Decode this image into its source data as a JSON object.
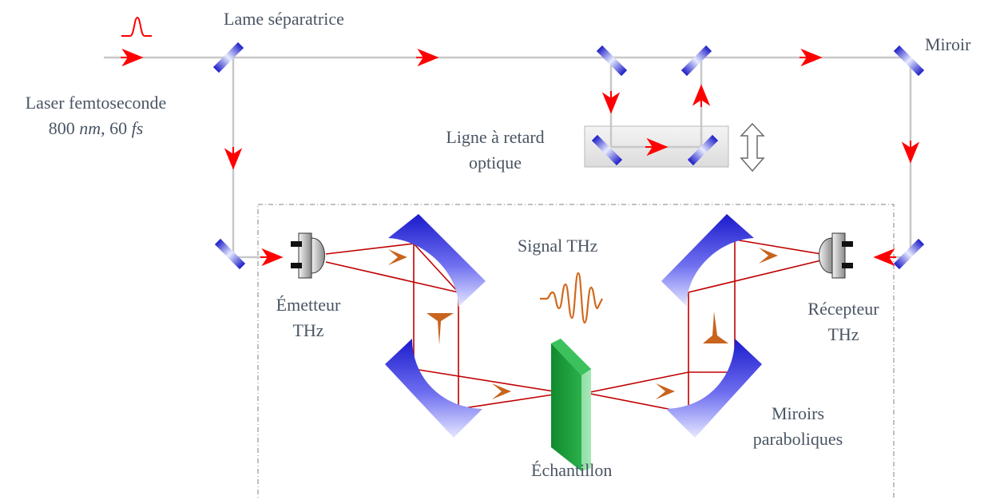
{
  "labels": {
    "beam_splitter": "Lame séparatrice",
    "laser_line1": "Laser femtoseconde",
    "laser_wavelength": "800",
    "laser_wavelength_unit": "nm",
    "laser_sep": ",",
    "laser_duration": "60",
    "laser_duration_unit": "fs",
    "mirror": "Miroir",
    "delay_line1": "Ligne à retard",
    "delay_line2": "optique",
    "thz_signal": "Signal THz",
    "emitter_line1": "Émetteur",
    "emitter_line2": "THz",
    "receiver_line1": "Récepteur",
    "receiver_line2": "THz",
    "parabolic_line1": "Miroirs",
    "parabolic_line2": "paraboliques",
    "sample": "Échantillon"
  },
  "colors": {
    "laser_beam": "#c8c8c8",
    "laser_arrow": "#ff0000",
    "thz_beam": "#c00000",
    "thz_arrow": "#c8641e",
    "mirror_blue": "#2b2bd9",
    "sample_green": "#1f9e3a",
    "label_text": "#4a5563",
    "enclosure_border": "#808080"
  }
}
